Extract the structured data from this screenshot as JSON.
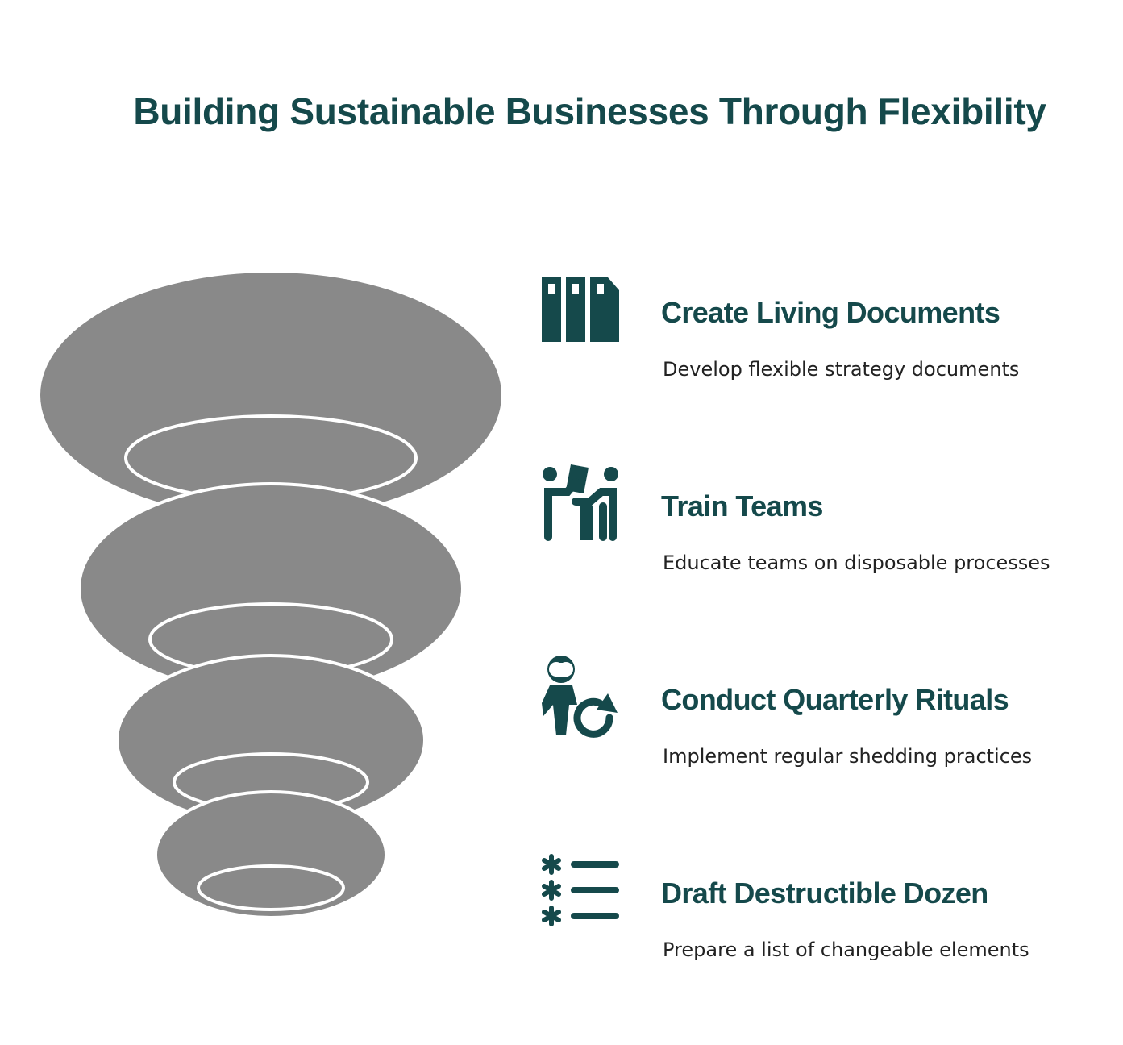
{
  "title": "Building Sustainable Businesses Through Flexibility",
  "colors": {
    "accent": "#15494b",
    "funnel_fill": "#898989",
    "ring_stroke": "#ffffff",
    "text": "#222222"
  },
  "steps": [
    {
      "heading": "Create Living Documents",
      "description": "Develop flexible strategy documents",
      "icon": "documents-icon"
    },
    {
      "heading": "Train Teams",
      "description": "Educate teams on disposable processes",
      "icon": "team-training-icon"
    },
    {
      "heading": "Conduct Quarterly Rituals",
      "description": "Implement regular shedding practices",
      "icon": "person-cycle-icon"
    },
    {
      "heading": "Draft Destructible Dozen",
      "description": "Prepare a list of changeable elements",
      "icon": "asterisk-list-icon"
    }
  ]
}
